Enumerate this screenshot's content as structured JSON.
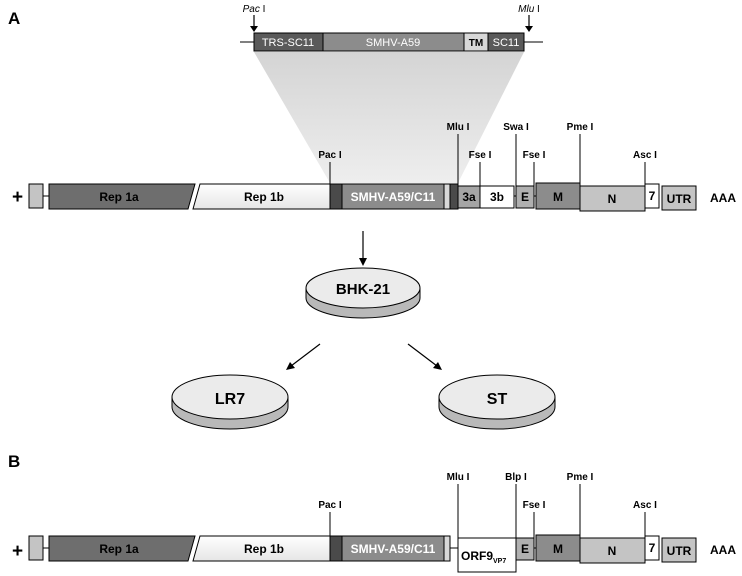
{
  "panels": {
    "a": "A",
    "b": "B"
  },
  "insert": {
    "pac": "Pac",
    "pac_suffix": " I",
    "mlu": "Mlu",
    "mlu_suffix": " I",
    "trs": "TRS-SC11",
    "smhv": "SMHV-A59",
    "tm": "TM",
    "sc11": "SC11"
  },
  "genome_a": {
    "plus": "+",
    "rep1a": "Rep 1a",
    "rep1b": "Rep 1b",
    "smhv": "SMHV-A59/C11",
    "g3a": "3a",
    "g3b": "3b",
    "e": "E",
    "m": "M",
    "n": "N",
    "g7": "7",
    "utr": "UTR",
    "aaa": "AAA",
    "sites": {
      "pac": "Pac I",
      "mlu": "Mlu I",
      "fse1": "Fse I",
      "swa": "Swa I",
      "fse2": "Fse I",
      "pme": "Pme I",
      "asc": "Asc I"
    }
  },
  "cells": {
    "bhk": "BHK-21",
    "lr7": "LR7",
    "st": "ST"
  },
  "genome_b": {
    "plus": "+",
    "rep1a": "Rep 1a",
    "rep1b": "Rep 1b",
    "smhv": "SMHV-A59/C11",
    "orf9": "ORF9",
    "orf9_sub": "VP7",
    "e": "E",
    "m": "M",
    "n": "N",
    "g7": "7",
    "utr": "UTR",
    "aaa": "AAA",
    "sites": {
      "pac": "Pac I",
      "mlu": "Mlu I",
      "blp": "Blp I",
      "fse": "Fse I",
      "pme": "Pme I",
      "asc": "Asc I"
    }
  },
  "colors": {
    "dark": "#5a5a5a",
    "mid": "#8c8c8c",
    "light": "#c4c4c4",
    "pale": "#efefef",
    "funnel": "#d9d9d9"
  }
}
